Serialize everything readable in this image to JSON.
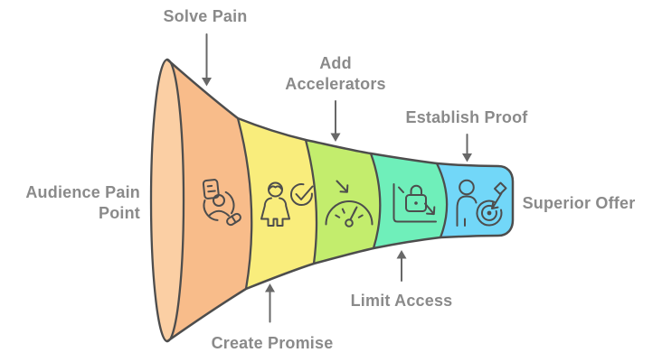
{
  "diagram": {
    "type": "horizontal-funnel",
    "background": "#ffffff",
    "outline_color": "#4d4d4d",
    "label_color": "#8a8a8a",
    "arrow_color": "#686868",
    "rim_color": "#fbcfa4",
    "segments": [
      {
        "label": "Solve Pain",
        "color": "#f8bc8a",
        "icon": "user-profile-pill-icon"
      },
      {
        "label": "Create Promise",
        "color": "#f9ed7c",
        "icon": "person-check-icon"
      },
      {
        "label": "Add Accelerators",
        "color": "#c3ed6d",
        "icon": "gauge-reduce-icon"
      },
      {
        "label": "Limit Access",
        "color": "#6fefba",
        "icon": "lock-limit-icon"
      },
      {
        "label": "Establish Proof",
        "color": "#72d7f8",
        "icon": "person-target-icon"
      }
    ],
    "labels": {
      "solve_pain": "Solve Pain",
      "add_line1": "Add",
      "add_line2": "Accelerators",
      "establish_proof": "Establish Proof",
      "limit_access": "Limit Access",
      "create_promise": "Create Promise",
      "audience_line1": "Audience Pain",
      "audience_line2": "Point",
      "superior_offer": "Superior Offer"
    }
  }
}
